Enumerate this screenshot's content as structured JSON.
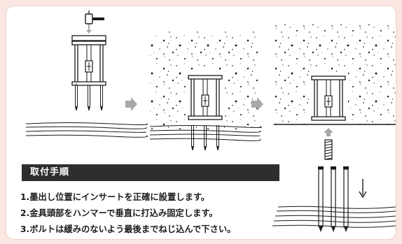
{
  "section": {
    "title": "取付手順"
  },
  "steps": [
    "1.墨出し位置にインサートを正確に設置します。",
    "2.金具頭部をハンマーで垂直に打込み固定します。",
    "3.ボルトは緩みのないよう最後までねじ込んで下さい。"
  ],
  "colors": {
    "background": "#fbe6e1",
    "panel": "#ffffff",
    "bar": "#2e2e2e",
    "arrow": "#a8a8a8",
    "line": "#1a1a1a"
  },
  "icons": [
    "hammer-icon",
    "arrow-right-icon",
    "arrow-up-icon",
    "arrow-down-icon",
    "bolt-icon"
  ]
}
